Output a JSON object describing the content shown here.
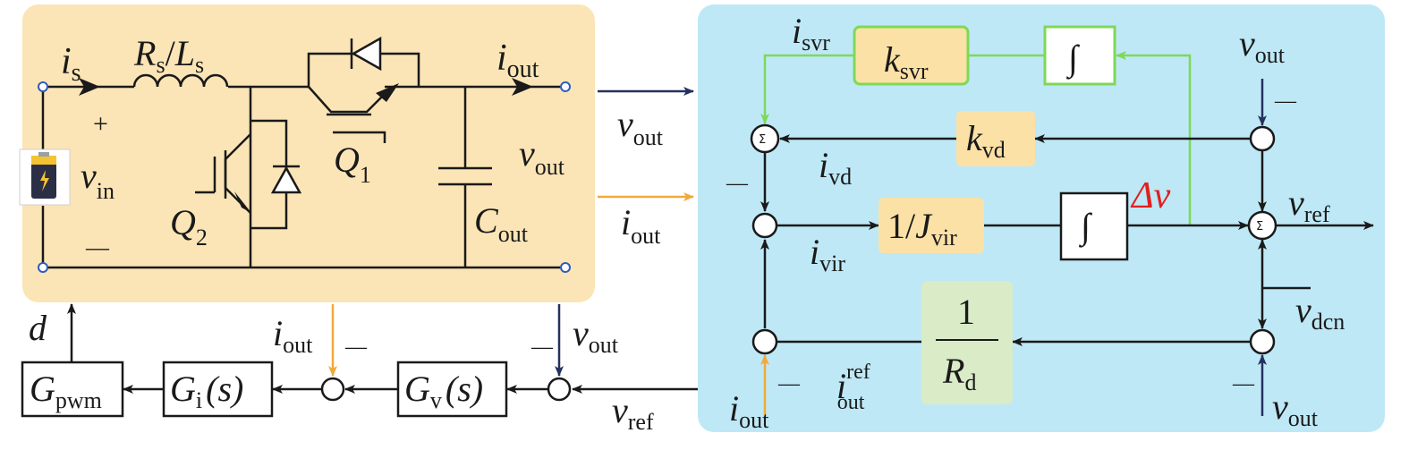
{
  "colors": {
    "circuit_bg": "#fbe5b6",
    "control_bg": "#bee8f6",
    "block_tan": "#fbe1a6",
    "block_green_fill": "#ffffff",
    "block_green_border": "#7ed957",
    "block_sage": "#d9ebc7",
    "green_line": "#7ed957",
    "orange_line": "#f2a93b",
    "navy_line": "#25305e",
    "delta_red": "#e02020"
  },
  "circuit": {
    "i_s": "i",
    "i_s_sub": "s",
    "rs": "R",
    "rs_sub": "s",
    "slash": "/",
    "ls": "L",
    "ls_sub": "s",
    "plus": "+",
    "minus": "—",
    "v_in": "v",
    "v_in_sub": "in",
    "q1": "Q",
    "q1_sub": "1",
    "q2": "Q",
    "q2_sub": "2",
    "i_out": "i",
    "i_out_sub": "out",
    "v_out": "v",
    "v_out_sub": "out",
    "c_out": "C",
    "c_out_sub": "out",
    "battery_icon": "battery-icon"
  },
  "links": {
    "v_out": "v",
    "v_out_sub": "out",
    "i_out": "i",
    "i_out_sub": "out"
  },
  "loop": {
    "d": "d",
    "g_pwm": "G",
    "g_pwm_sub": "pwm",
    "g_i": "G",
    "g_i_sub": "i",
    "g_i_arg": "(s)",
    "g_v": "G",
    "g_v_sub": "v",
    "g_v_arg": "(s)",
    "i_out": "i",
    "i_out_sub": "out",
    "minus1": "—",
    "v_out": "v",
    "v_out_sub": "out",
    "minus2": "—",
    "v_ref": "v",
    "v_ref_sub": "ref"
  },
  "control": {
    "i_svr": "i",
    "i_svr_sub": "svr",
    "k_svr": "k",
    "k_svr_sub": "svr",
    "integral": "∫",
    "k_vd": "k",
    "k_vd_sub": "vd",
    "i_vd": "i",
    "i_vd_sub": "vd",
    "minus_left": "—",
    "inv_j_num": "1/",
    "inv_j": "J",
    "inv_j_sub": "vir",
    "delta_v": "Δv",
    "i_vir": "i",
    "i_vir_sub": "vir",
    "v_out_top": "v",
    "v_out_top_sub": "out",
    "minus_top": "—",
    "v_ref": "v",
    "v_ref_sub": "ref",
    "v_dcn": "v",
    "v_dcn_sub": "dcn",
    "rd_num": "1",
    "rd": "R",
    "rd_sub": "d",
    "i_out_ref": "i",
    "i_out_ref_sup": "ref",
    "i_out_ref_sub": "out",
    "i_out_bottom": "i",
    "i_out_bottom_sub": "out",
    "minus_bottom_left": "—",
    "v_out_bottom": "v",
    "v_out_bottom_sub": "out",
    "minus_bottom_right": "—",
    "sigma": "Σ"
  }
}
